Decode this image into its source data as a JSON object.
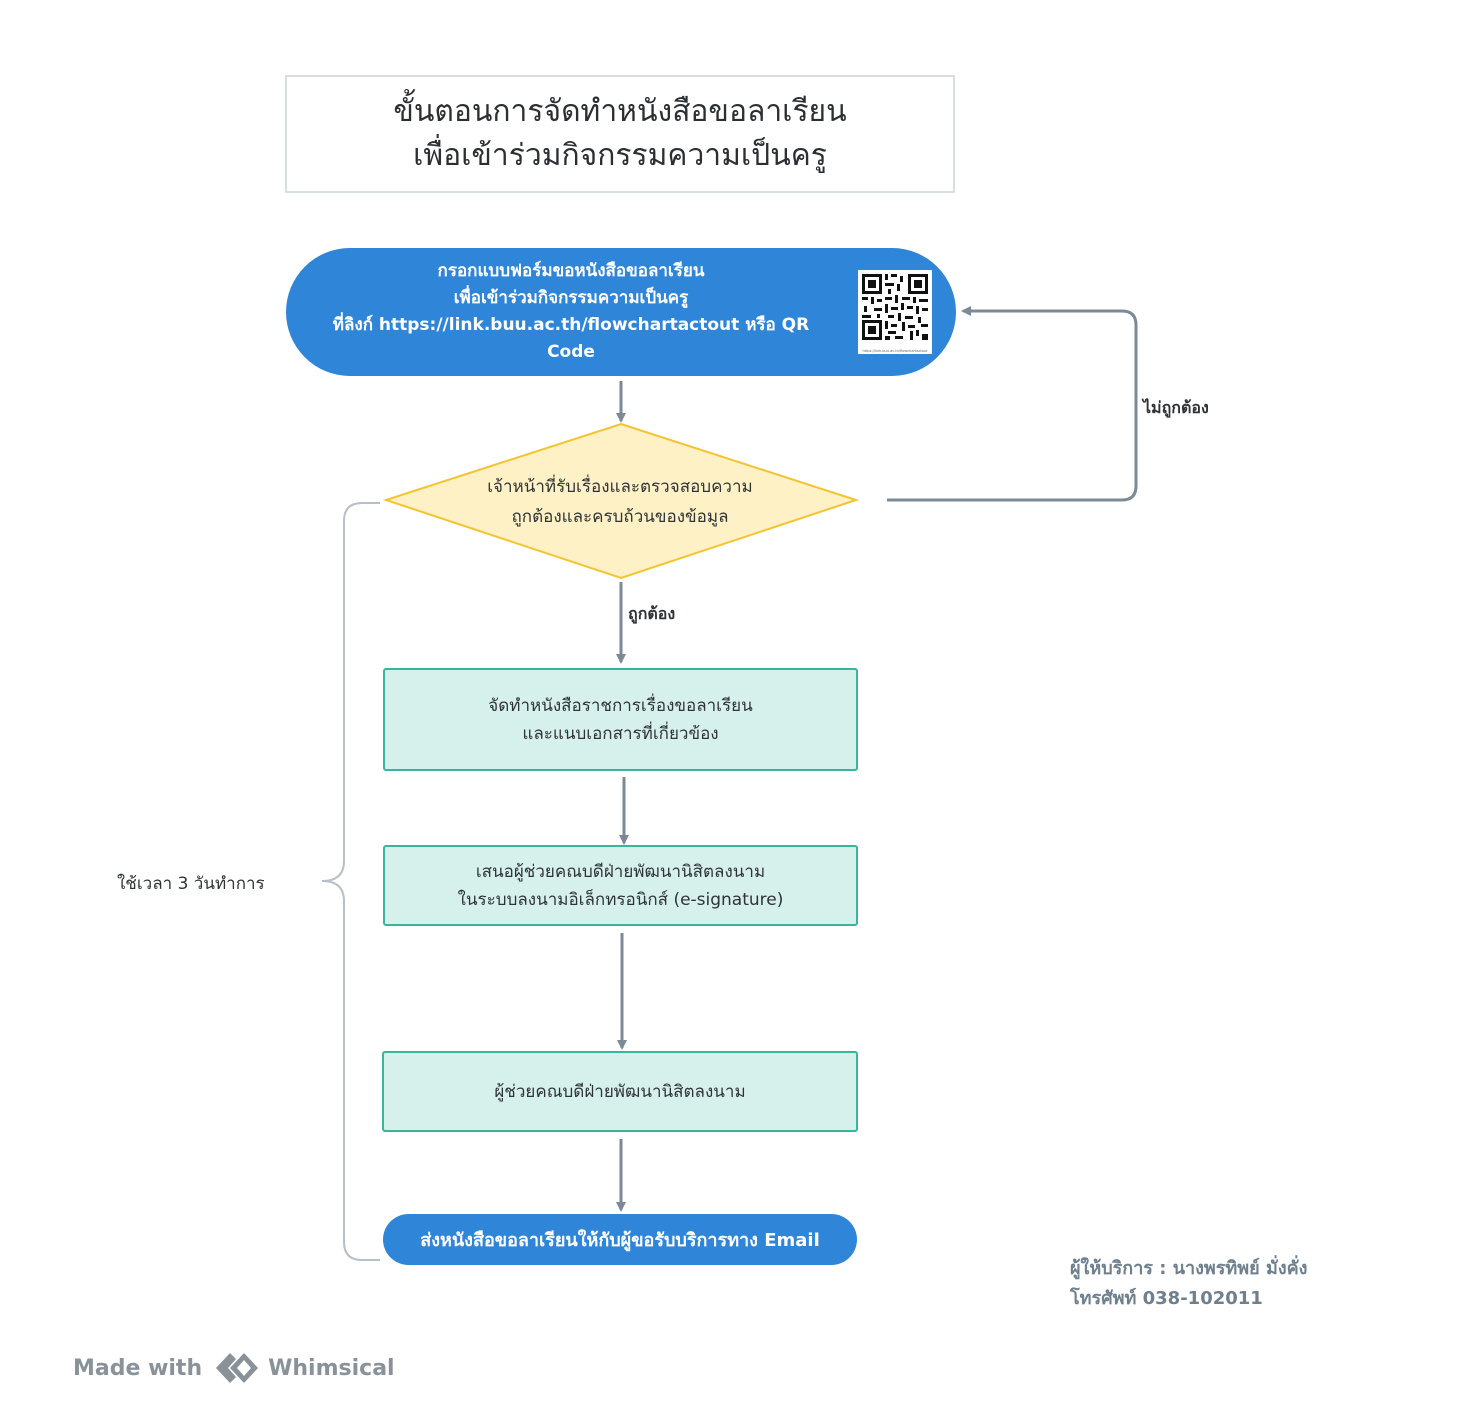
{
  "title": {
    "line1": "ขั้นตอนการจัดทำหนังสือขอลาเรียน",
    "line2": "เพื่อเข้าร่วมกิจกรรมความเป็นครู"
  },
  "start": {
    "line1": "กรอกแบบฟอร์มขอหนังสือขอลาเรียน",
    "line2": "เพื่อเข้าร่วมกิจกรรมความเป็นครู",
    "line3": "ที่ลิงก์ https://link.buu.ac.th/flowchartactout หรือ QR Code",
    "qr_caption": "https://link.buu.ac.th/flowchartactout"
  },
  "decision": {
    "line1": "เจ้าหน้าที่รับเรื่องและตรวจสอบความ",
    "line2": "ถูกต้องและครบถ้วนของข้อมูล",
    "no_label": "ไม่ถูกต้อง",
    "yes_label": "ถูกต้อง"
  },
  "steps": [
    {
      "line1": "จัดทำหนังสือราชการเรื่องขอลาเรียน",
      "line2": "และแนบเอกสารที่เกี่ยวข้อง"
    },
    {
      "line1": "เสนอผู้ช่วยคณบดีฝ่ายพัฒนานิสิตลงนาม",
      "line2": "ในระบบลงนามอิเล็กทรอนิกส์ (e-signature)"
    },
    {
      "line1": "ผู้ช่วยคณบดีฝ่ายพัฒนานิสิตลงนาม"
    }
  ],
  "end": {
    "label": "ส่งหนังสือขอลาเรียนให้กับผู้ขอรับบริการทาง Email"
  },
  "duration": "ใช้เวลา 3 วันทำการ",
  "provider": {
    "line1": "ผู้ให้บริการ :  นางพรทิพย์ มั่งคั่ง",
    "line2": "โทรศัพท์ 038-102011"
  },
  "footer": {
    "made_with": "Made with",
    "brand": "Whimsical"
  },
  "colors": {
    "terminal": "#2f86d8",
    "decision_fill": "#fdf1c5",
    "decision_stroke": "#f4c430",
    "process_fill": "#d6f1ec",
    "process_stroke": "#3ab59c",
    "connector": "#7b8a96"
  }
}
